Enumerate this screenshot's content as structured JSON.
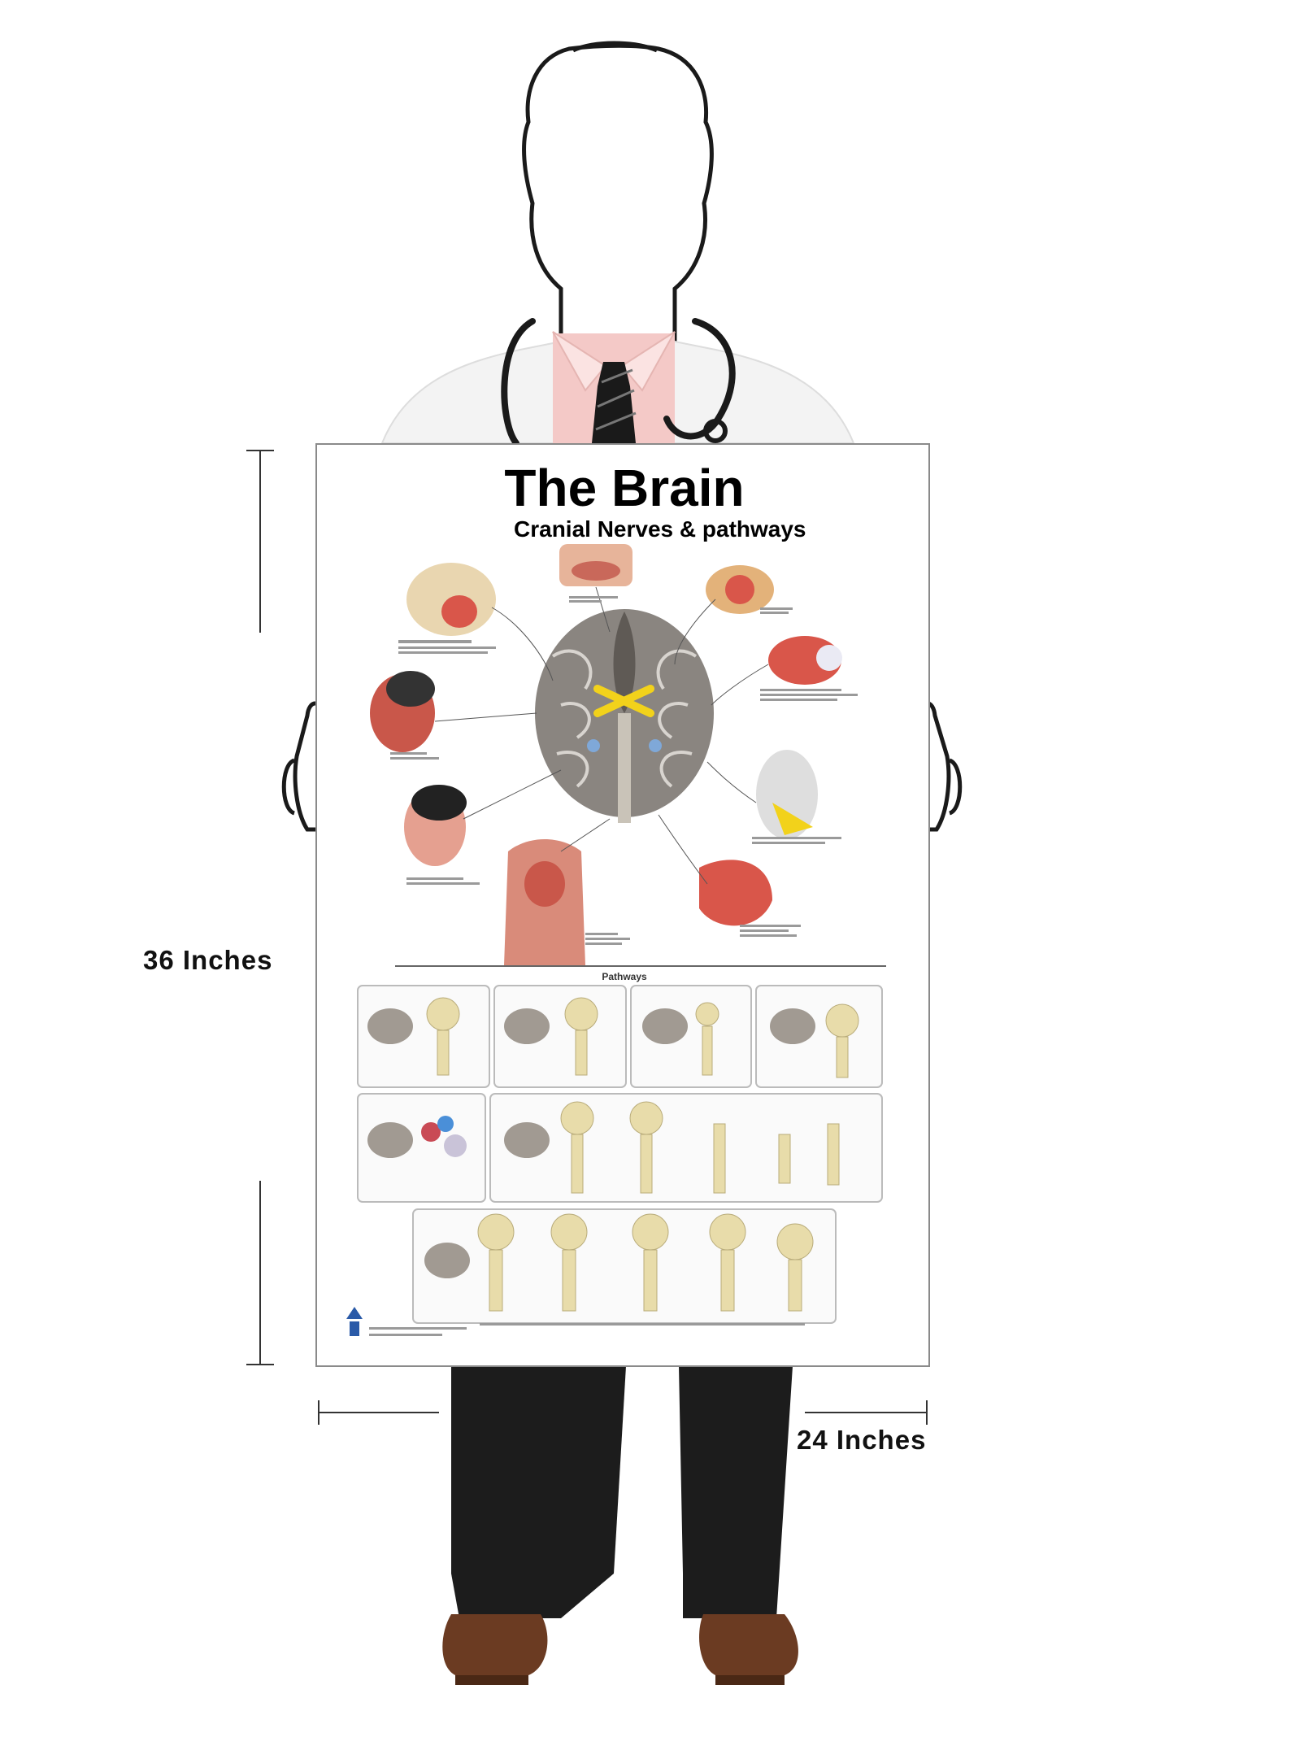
{
  "poster": {
    "title": "The Brain",
    "subtitle": "Cranial Nerves & pathways",
    "pathways_heading": "Pathways"
  },
  "dimensions": {
    "height_label": "36 Inches",
    "width_label": "24 Inches"
  },
  "colors": {
    "shirt_pink": "#f4c9c7",
    "coat_white": "#f3f3f3",
    "tie": "#1a1a1a",
    "trousers": "#1c1c1c",
    "shoes": "#6b3b22",
    "outline": "#1a1a1a",
    "brain_gray": "#8a8580",
    "chiasm_yellow": "#f2d21b",
    "anatomy_red": "#d9564a",
    "vertebra_beige": "#e8dcaa"
  },
  "icons": {
    "figure": "doctor-silhouette-icon",
    "stethoscope": "stethoscope-icon",
    "brain": "brain-inferior-view-icon",
    "logo": "publisher-logo-icon"
  }
}
